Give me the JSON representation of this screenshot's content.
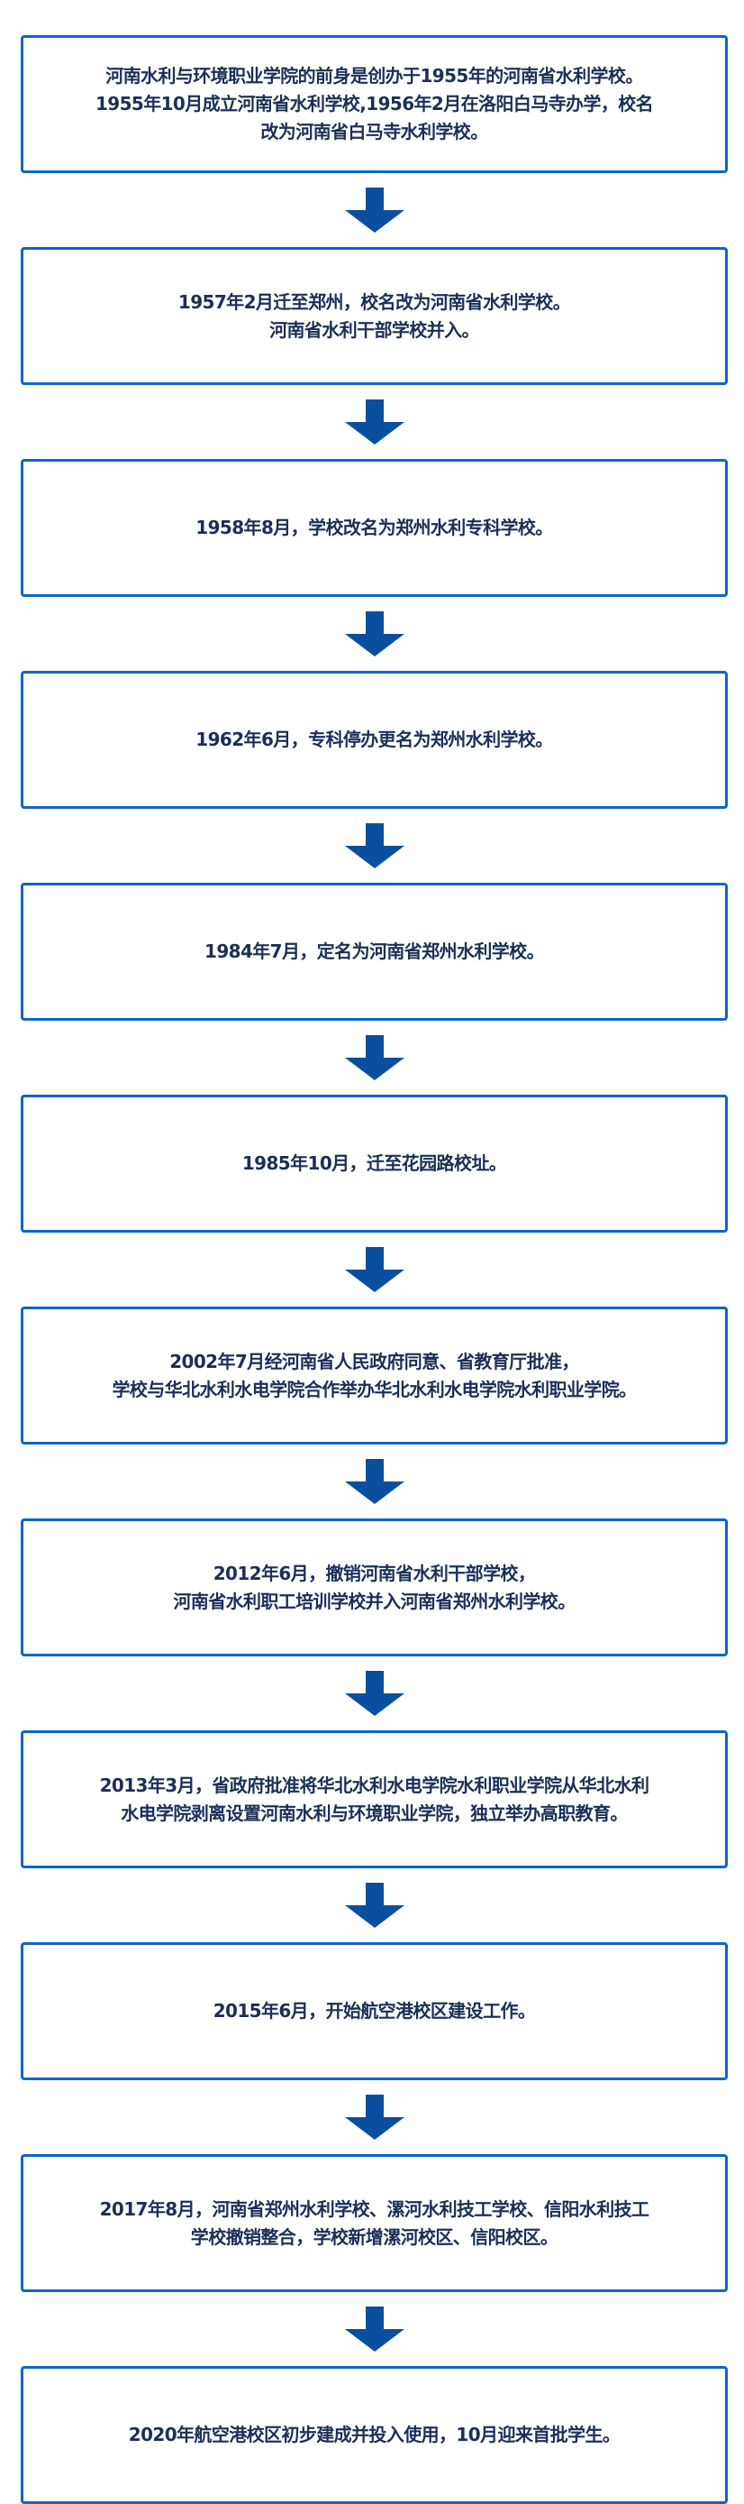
{
  "colors": {
    "border": "#0b66c9",
    "arrow": "#0a4f9e",
    "text": "#1b2f57"
  },
  "steps": [
    {
      "text": "河南水利与环境职业学院的前身是创办于1955年的河南省水利学校。\n1955年10月成立河南省水利学校,1956年2月在洛阳白马寺办学，校名\n改为河南省白马寺水利学校。"
    },
    {
      "text": "1957年2月迁至郑州，校名改为河南省水利学校。\n河南省水利干部学校并入。"
    },
    {
      "text": "1958年8月，学校改名为郑州水利专科学校。"
    },
    {
      "text": "1962年6月，专科停办更名为郑州水利学校。"
    },
    {
      "text": "1984年7月，定名为河南省郑州水利学校。"
    },
    {
      "text": "1985年10月，迁至花园路校址。"
    },
    {
      "text": "2002年7月经河南省人民政府同意、省教育厅批准，\n学校与华北水利水电学院合作举办华北水利水电学院水利职业学院。"
    },
    {
      "text": "2012年6月，撤销河南省水利干部学校，\n河南省水利职工培训学校并入河南省郑州水利学校。"
    },
    {
      "text": "2013年3月，省政府批准将华北水利水电学院水利职业学院从华北水利\n水电学院剥离设置河南水利与环境职业学院，独立举办高职教育。"
    },
    {
      "text": "2015年6月，开始航空港校区建设工作。"
    },
    {
      "text": "2017年8月，河南省郑州水利学校、漯河水利技工学校、信阳水利技工\n学校撤销整合，学校新增漯河校区、信阳校区。"
    },
    {
      "text": "2020年航空港校区初步建成并投入使用，10月迎来首批学生。"
    }
  ]
}
